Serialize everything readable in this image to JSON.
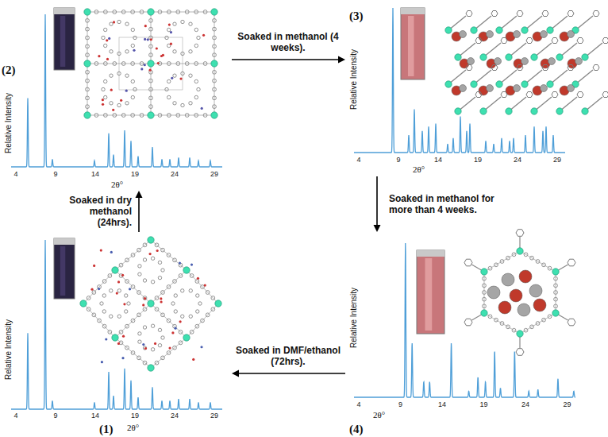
{
  "diagram": {
    "nodes": [
      {
        "text": [
          "(2)",
          "Relative Intensity",
          "2θ°"
        ]
      },
      {
        "text": [
          "(3)",
          "Relative Intensity",
          "2θ°"
        ]
      },
      {
        "text": [
          "(1)",
          "Relative Intensity",
          "2θ°"
        ]
      },
      {
        "text": [
          "(4)",
          "Relative Intensity",
          "2θ°"
        ]
      }
    ],
    "edges": [
      {
        "from": 0,
        "to": 1,
        "arrow": "to",
        "label": "Soaked in methanol (4 weeks)."
      },
      {
        "from": 1,
        "to": 3,
        "arrow": "to",
        "label": "Soaked in methanol for more than 4 weeks."
      },
      {
        "from": 3,
        "to": 2,
        "arrow": "to",
        "label": "Soaked in DMF/ethanol (72hrs)."
      },
      {
        "from": 2,
        "to": 0,
        "arrow": "to",
        "label": "Soaked in dry methanol (24hrs)."
      }
    ],
    "labels": [
      "4",
      "9",
      "14",
      "19",
      "24",
      "29",
      "4",
      "9",
      "14",
      "19",
      "24",
      "29",
      "4",
      "9",
      "14",
      "19",
      "24",
      "29",
      "4",
      "9",
      "14",
      "19",
      "24",
      "29"
    ]
  }
}
